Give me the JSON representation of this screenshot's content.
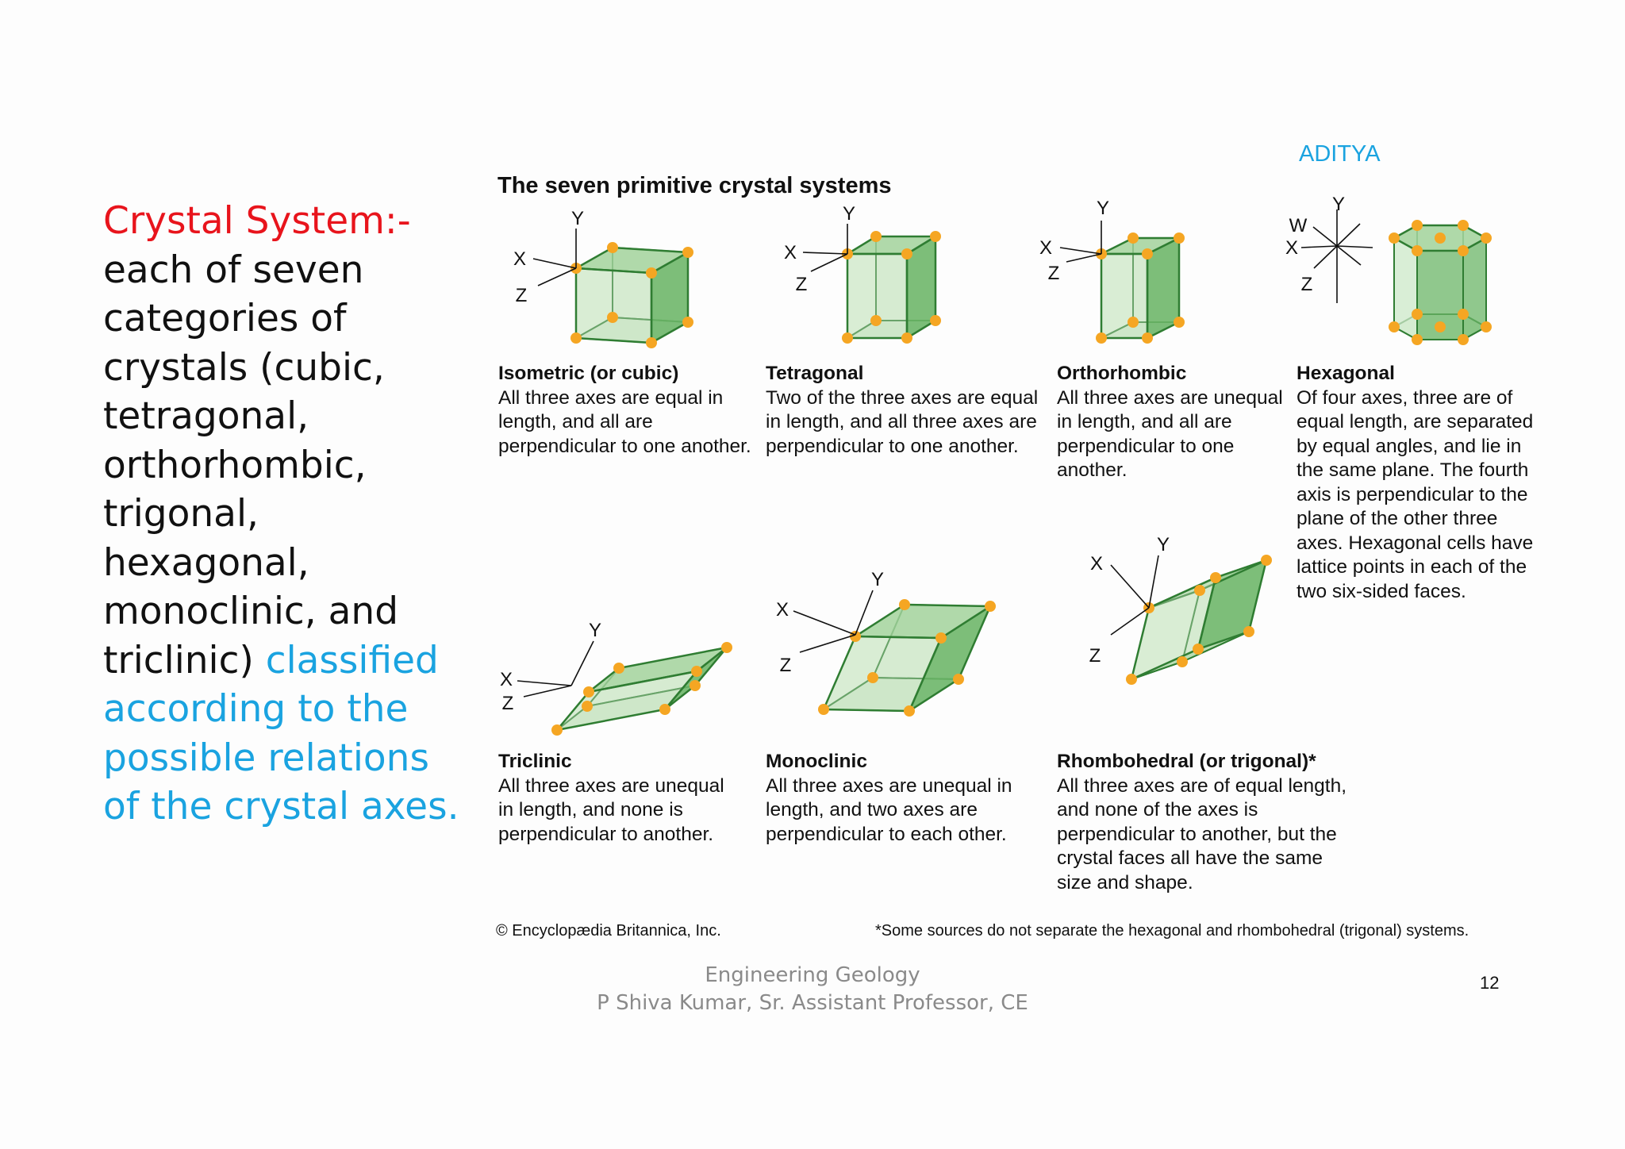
{
  "left_text": {
    "heading": "Crystal System:-",
    "body": "each of seven categories of crystals (cubic, tetragonal, orthorhombic, trigonal, hexagonal, monoclinic, and triclinic)",
    "highlight": " classified according to the possible relations of the crystal axes."
  },
  "brand": "ADITYA",
  "figure": {
    "title": "The seven primitive crystal systems",
    "systems": [
      {
        "name": "Isometric (or cubic)",
        "text": "All three axes are equal in length, and all are perpendicular to one another."
      },
      {
        "name": "Tetragonal",
        "text": "Two of the three axes are equal in length, and all three axes are perpendicular to one another."
      },
      {
        "name": "Orthorhombic",
        "text": "All three axes are unequal in length, and all are perpendicular to one another."
      },
      {
        "name": "Hexagonal",
        "text": "Of four axes, three are of equal length, are separated by equal angles, and lie in the same plane. The fourth axis is perpendicular to the plane of the other three axes. Hexagonal cells have lattice points in each of the two six-sided faces."
      },
      {
        "name": "Triclinic",
        "text": "All three axes are unequal in length, and none is perpendicular to another."
      },
      {
        "name": "Monoclinic",
        "text": "All three axes are unequal in length, and two axes are perpendicular to each other."
      },
      {
        "name": "Rhombohedral (or trigonal)*",
        "text": "All three axes are of equal length, and none of the axes is perpendicular to another, but the crystal faces all have the same size and shape."
      }
    ],
    "axis_labels": {
      "x": "X",
      "y": "Y",
      "z": "Z",
      "w": "W"
    },
    "credit": "© Encyclopædia Britannica, Inc.",
    "footnote": "*Some sources do not separate the hexagonal and rhombohedral (trigonal) systems.",
    "colors": {
      "cell_light": "#d6ecd2",
      "cell_mid": "#a6d5a0",
      "cell_dark": "#6db66a",
      "edge": "#2f7d32",
      "lattice_point": "#f5a623"
    }
  },
  "footer": {
    "line1": "Engineering Geology",
    "line2": "P Shiva Kumar, Sr. Assistant  Professor, CE"
  },
  "page_number": "12"
}
